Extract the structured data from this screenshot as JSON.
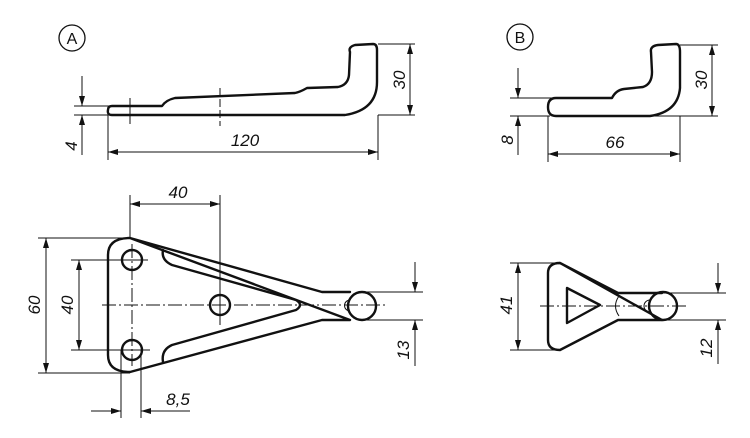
{
  "views": {
    "A": {
      "label": "A",
      "side_view": {
        "length": "120",
        "height": "30",
        "thickness": "4"
      },
      "top_view": {
        "hole_spacing_x": "40",
        "width": "60",
        "hole_spacing_y": "40",
        "hole_diameter": "8,5",
        "stem_width": "13"
      }
    },
    "B": {
      "label": "B",
      "side_view": {
        "length": "66",
        "height": "30",
        "thickness": "8"
      },
      "top_view": {
        "width": "41",
        "stem_width": "12"
      }
    }
  }
}
